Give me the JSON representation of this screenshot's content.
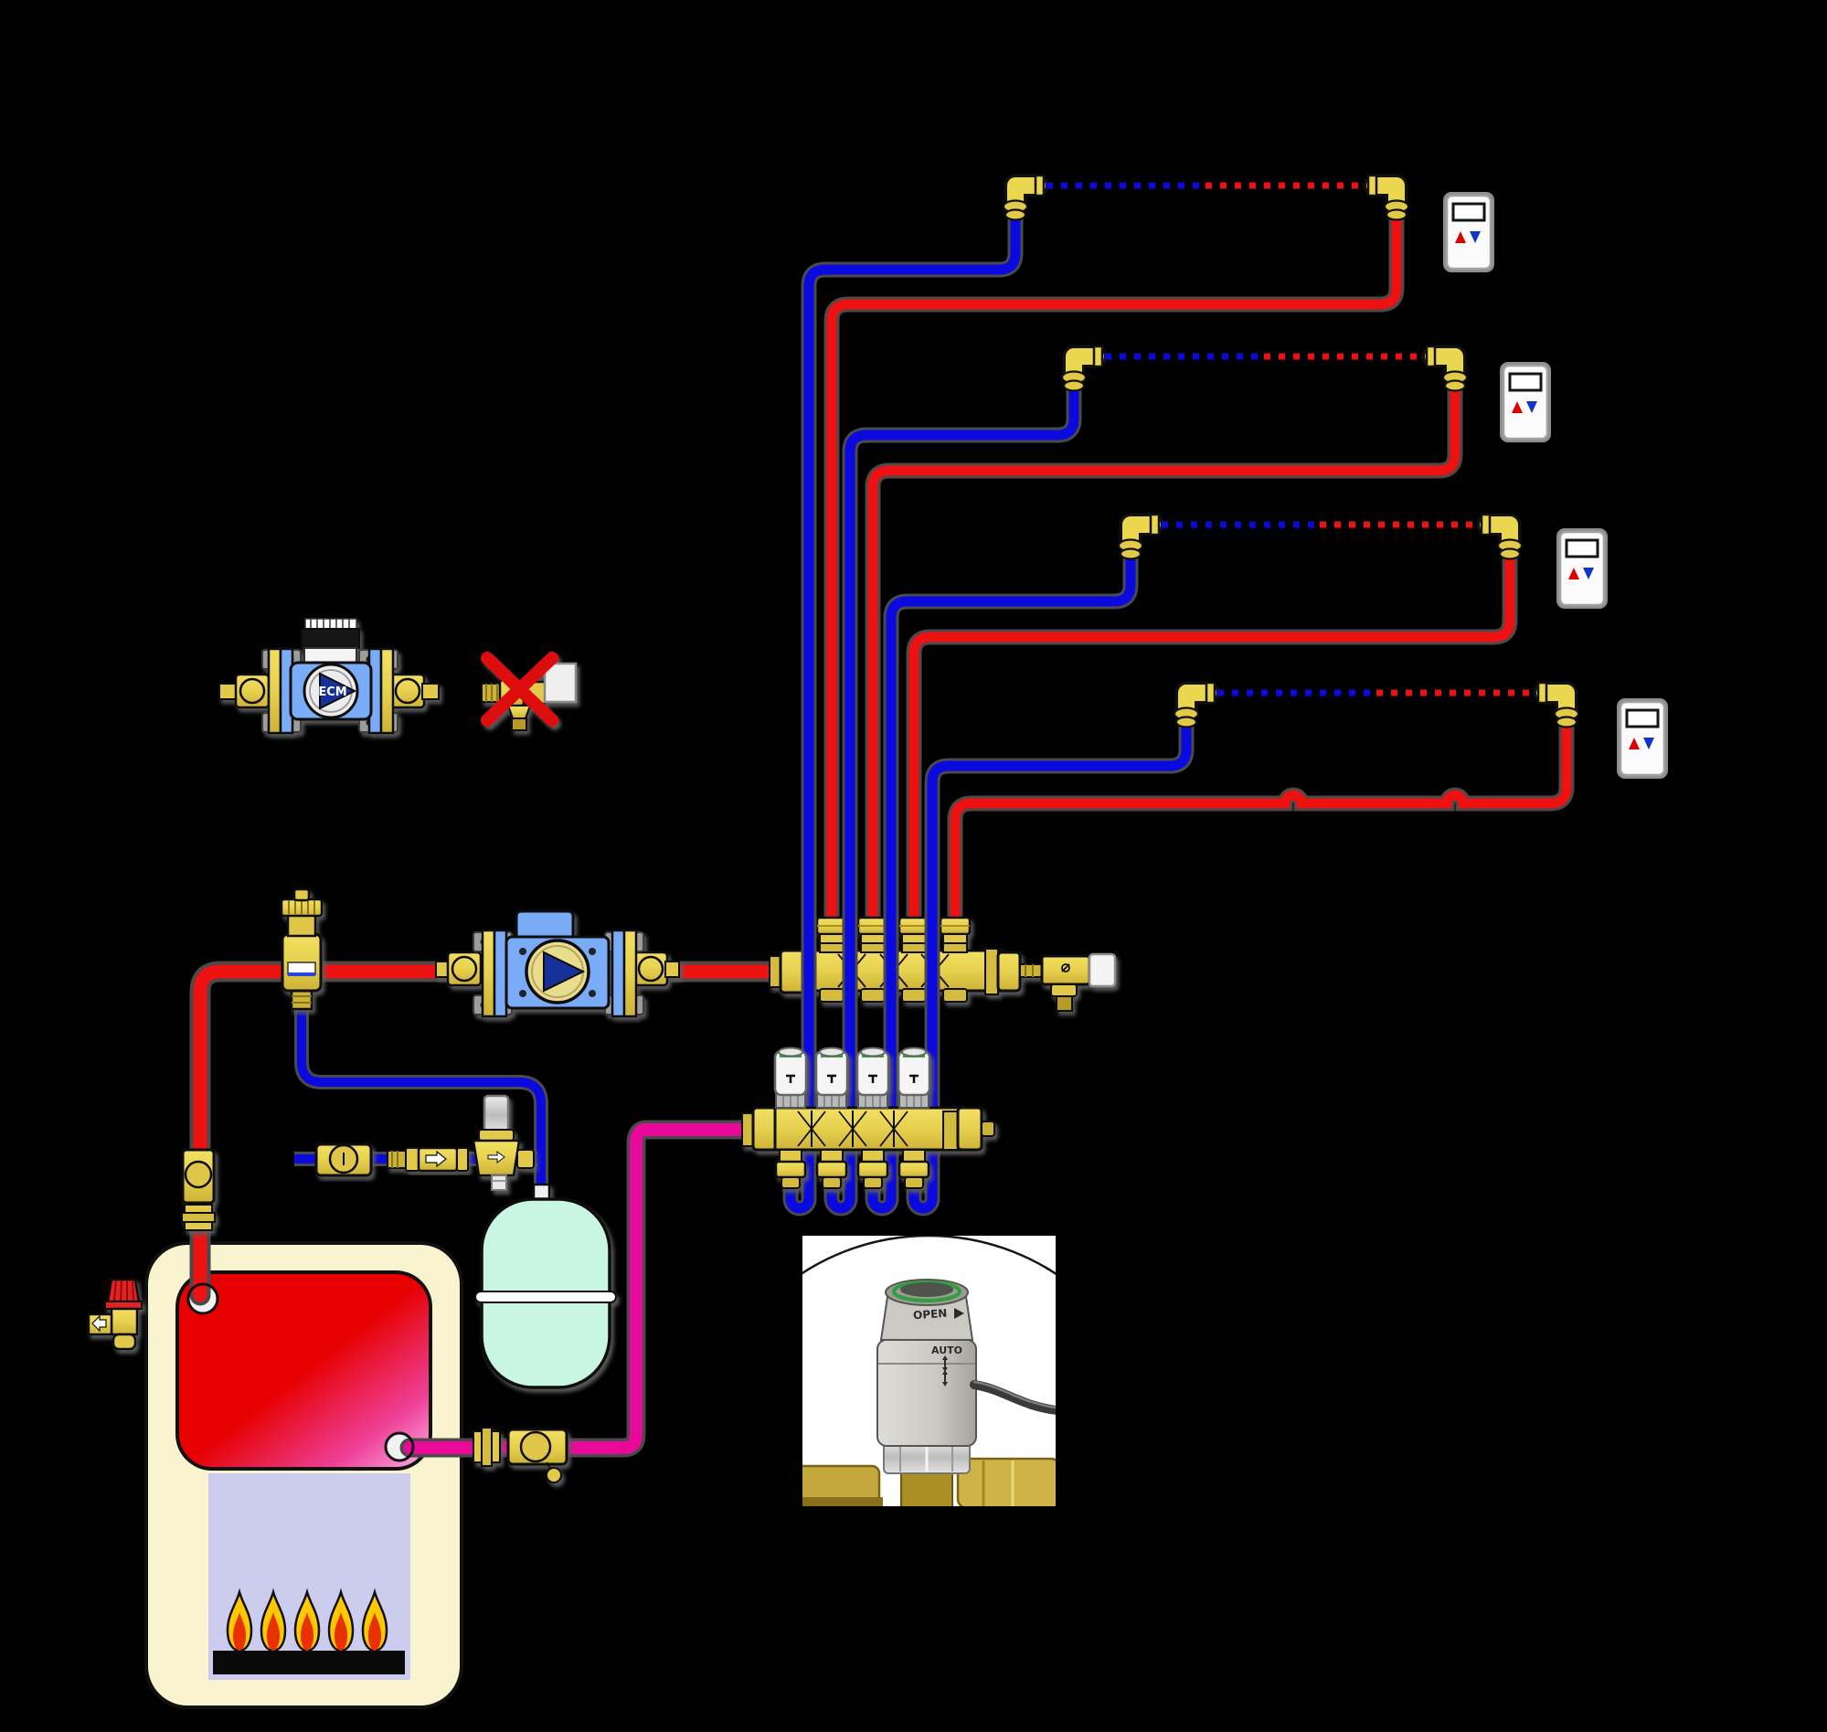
{
  "diagram": {
    "labels": {
      "pump_ecm": "ECM",
      "photo_open": "OPEN",
      "photo_auto": "AUTO"
    },
    "colors": {
      "background": "#000000",
      "supply_pipe_red": "#ee1111",
      "return_pipe_blue": "#0a0ae0",
      "boiler_return_magenta": "#e9089a",
      "brass": "#e7d14f",
      "pump_body_blue": "#7aabf7",
      "pump_impeller_navy": "#18309a",
      "expansion_tank": "#c9f5e3",
      "boiler_shell_cream": "#faf3cf",
      "boiler_hot_red": "#e60000",
      "combustion_chamber_lavender": "#ccccee",
      "flame_outer": "#ffc800",
      "flame_inner": "#e83000",
      "thermostat_up_arrow": "#dd0000",
      "thermostat_down_arrow": "#1133cc",
      "prohibition_cross": "#dd1111"
    },
    "counts": {
      "heating_loops": 4,
      "room_thermostats": 4,
      "zone_valve_actuators": 4,
      "manifold_ports": 4,
      "flames": 5
    },
    "components": [
      "ecm-circulator-pump",
      "blocked-zone-valve",
      "three-way-mixing-valve-with-pump",
      "air-separator",
      "supply-manifold",
      "return-manifold",
      "zone-valve-actuator",
      "expansion-tank",
      "pressure-reducing-fill-valve",
      "check-valve",
      "fill-ball-valve",
      "boiler",
      "safety-relief-valve",
      "boiler-isolation-valve",
      "return-ball-valve",
      "underfloor-heating-loop",
      "room-thermostat",
      "actuator-photo"
    ]
  }
}
